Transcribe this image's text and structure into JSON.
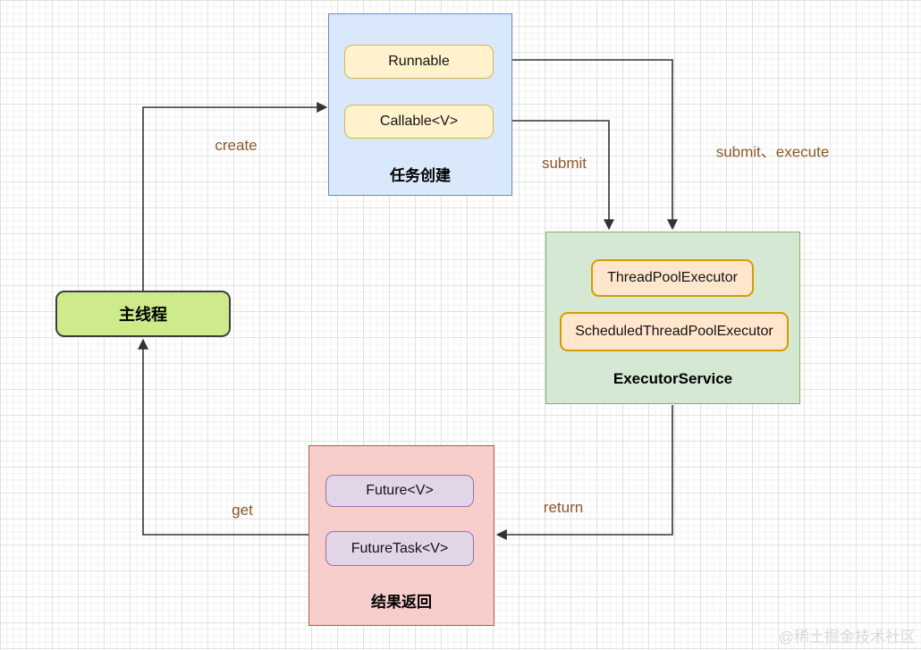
{
  "page": {
    "watermark": "@稀土掘金技术社区"
  },
  "colors": {
    "task_creation_fill": "#dae8fc",
    "task_creation_border": "#6c8ebf",
    "task_item_fill": "#fff2cc",
    "task_item_border": "#d6b656",
    "executor_fill": "#d5e8d4",
    "executor_border": "#82b366",
    "executor_item_fill": "#ffe6cc",
    "executor_item_border": "#d79b00",
    "result_fill": "#f8cecc",
    "result_border": "#b85450",
    "result_item_fill": "#e1d5e7",
    "result_item_border": "#9673a6",
    "main_thread_fill": "#cdeb8b",
    "edge_line": "#333333",
    "edge_label": "#8b5a2b"
  },
  "nodes": {
    "main_thread": {
      "label": "主线程"
    },
    "task_creation": {
      "title": "任务创建",
      "items": [
        "Runnable",
        "Callable<V>"
      ]
    },
    "executor_service": {
      "title": "ExecutorService",
      "items": [
        "ThreadPoolExecutor",
        "ScheduledThreadPoolExecutor"
      ]
    },
    "result_return": {
      "title": "结果返回",
      "items": [
        "Future<V>",
        "FutureTask<V>"
      ]
    }
  },
  "edges": {
    "create": {
      "label": "create"
    },
    "submit": {
      "label": "submit"
    },
    "submit_execute": {
      "label": "submit、execute"
    },
    "return": {
      "label": "return"
    },
    "get": {
      "label": "get"
    }
  }
}
